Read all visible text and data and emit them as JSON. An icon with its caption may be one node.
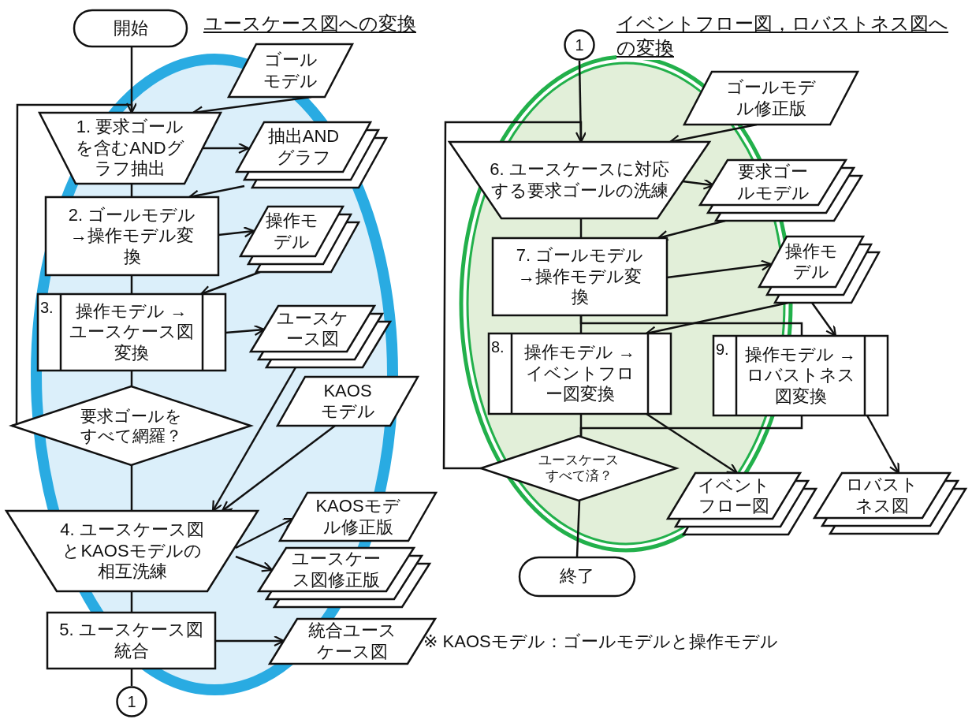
{
  "diagram": {
    "nodes": [
      {
        "text": [
          "開始"
        ]
      },
      {
        "text": [
          "ゴールモデル"
        ]
      },
      {
        "text": [
          "1. 要求ゴールを含むANDグラフ抽出"
        ]
      },
      {
        "text": [
          "抽出ANDグラフ"
        ]
      },
      {
        "text": [
          "2. ゴールモデル→操作モデル変換"
        ]
      },
      {
        "text": [
          "操作モデル"
        ]
      },
      {
        "text": [
          "3.",
          "操作モデル →ユースケース図変換"
        ]
      },
      {
        "text": [
          "ユースケース図"
        ]
      },
      {
        "text": [
          "要求ゴールをすべて網羅？"
        ]
      },
      {
        "text": [
          "KAOSモデル"
        ]
      },
      {
        "text": [
          "4. ユースケース図とKAOSモデルの相互洗練"
        ]
      },
      {
        "text": [
          "KAOSモデル修正版"
        ]
      },
      {
        "text": [
          "ユースケース図修正版"
        ]
      },
      {
        "text": [
          "5. ユースケース図統合"
        ]
      },
      {
        "text": [
          "統合ユースケース図"
        ]
      },
      {
        "text": [
          "1"
        ]
      },
      {
        "text": [
          "1"
        ]
      },
      {
        "text": [
          "ゴールモデル修正版"
        ]
      },
      {
        "text": [
          "6. ユースケースに対応する要求ゴールの洗練"
        ]
      },
      {
        "text": [
          "要求ゴールモデル"
        ]
      },
      {
        "text": [
          "7. ゴールモデル→操作モデル変換"
        ]
      },
      {
        "text": [
          "操作モデル"
        ]
      },
      {
        "text": [
          "8.",
          "操作モデル →イベントフロー図変換"
        ]
      },
      {
        "text": [
          "9.",
          "操作モデル →ロバストネス図変換"
        ]
      },
      {
        "text": [
          "ユースケースすべて済？"
        ]
      },
      {
        "text": [
          "イベントフロー図"
        ]
      },
      {
        "text": [
          "ロバストネス図"
        ]
      },
      {
        "text": [
          "終了"
        ]
      }
    ],
    "edges": [
      {
        "from": 0,
        "to": 2,
        "arrow": "none"
      },
      {
        "from": 1,
        "to": 2,
        "arrow": "to"
      },
      {
        "from": 2,
        "to": 3,
        "arrow": "to"
      },
      {
        "from": 3,
        "to": 4,
        "arrow": "to"
      },
      {
        "from": 2,
        "to": 4,
        "arrow": "none"
      },
      {
        "from": 4,
        "to": 5,
        "arrow": "to"
      },
      {
        "from": 5,
        "to": 6,
        "arrow": "to"
      },
      {
        "from": 4,
        "to": 6,
        "arrow": "none"
      },
      {
        "from": 6,
        "to": 7,
        "arrow": "to"
      },
      {
        "from": 6,
        "to": 8,
        "arrow": "none"
      },
      {
        "from": 8,
        "to": 2,
        "arrow": "to"
      },
      {
        "from": 8,
        "to": 10,
        "arrow": "none"
      },
      {
        "from": 7,
        "to": 10,
        "arrow": "to"
      },
      {
        "from": 9,
        "to": 10,
        "arrow": "to"
      },
      {
        "from": 10,
        "to": 11,
        "arrow": "to"
      },
      {
        "from": 10,
        "to": 12,
        "arrow": "to"
      },
      {
        "from": 10,
        "to": 13,
        "arrow": "none"
      },
      {
        "from": 13,
        "to": 14,
        "arrow": "to"
      },
      {
        "from": 13,
        "to": 15,
        "arrow": "none"
      },
      {
        "from": 16,
        "to": 18,
        "arrow": "none"
      },
      {
        "from": 17,
        "to": 18,
        "arrow": "to"
      },
      {
        "from": 18,
        "to": 19,
        "arrow": "to"
      },
      {
        "from": 19,
        "to": 20,
        "arrow": "to"
      },
      {
        "from": 18,
        "to": 20,
        "arrow": "none"
      },
      {
        "from": 20,
        "to": 21,
        "arrow": "to"
      },
      {
        "from": 20,
        "to": 22,
        "arrow": "none"
      },
      {
        "from": 21,
        "to": 22,
        "arrow": "to"
      },
      {
        "from": 21,
        "to": 23,
        "arrow": "to"
      },
      {
        "from": 20,
        "to": 23,
        "arrow": "none"
      },
      {
        "from": 22,
        "to": 24,
        "arrow": "none"
      },
      {
        "from": 23,
        "to": 24,
        "arrow": "none"
      },
      {
        "from": 22,
        "to": 25,
        "arrow": "to"
      },
      {
        "from": 23,
        "to": 26,
        "arrow": "to"
      },
      {
        "from": 24,
        "to": 18,
        "arrow": "to"
      },
      {
        "from": 24,
        "to": 27,
        "arrow": "none"
      }
    ],
    "labels": [
      "ユースケース図への変換",
      "イベントフロー図，ロバストネス図への変換",
      "※ KAOSモデル：ゴールモデルと操作モデル"
    ]
  }
}
